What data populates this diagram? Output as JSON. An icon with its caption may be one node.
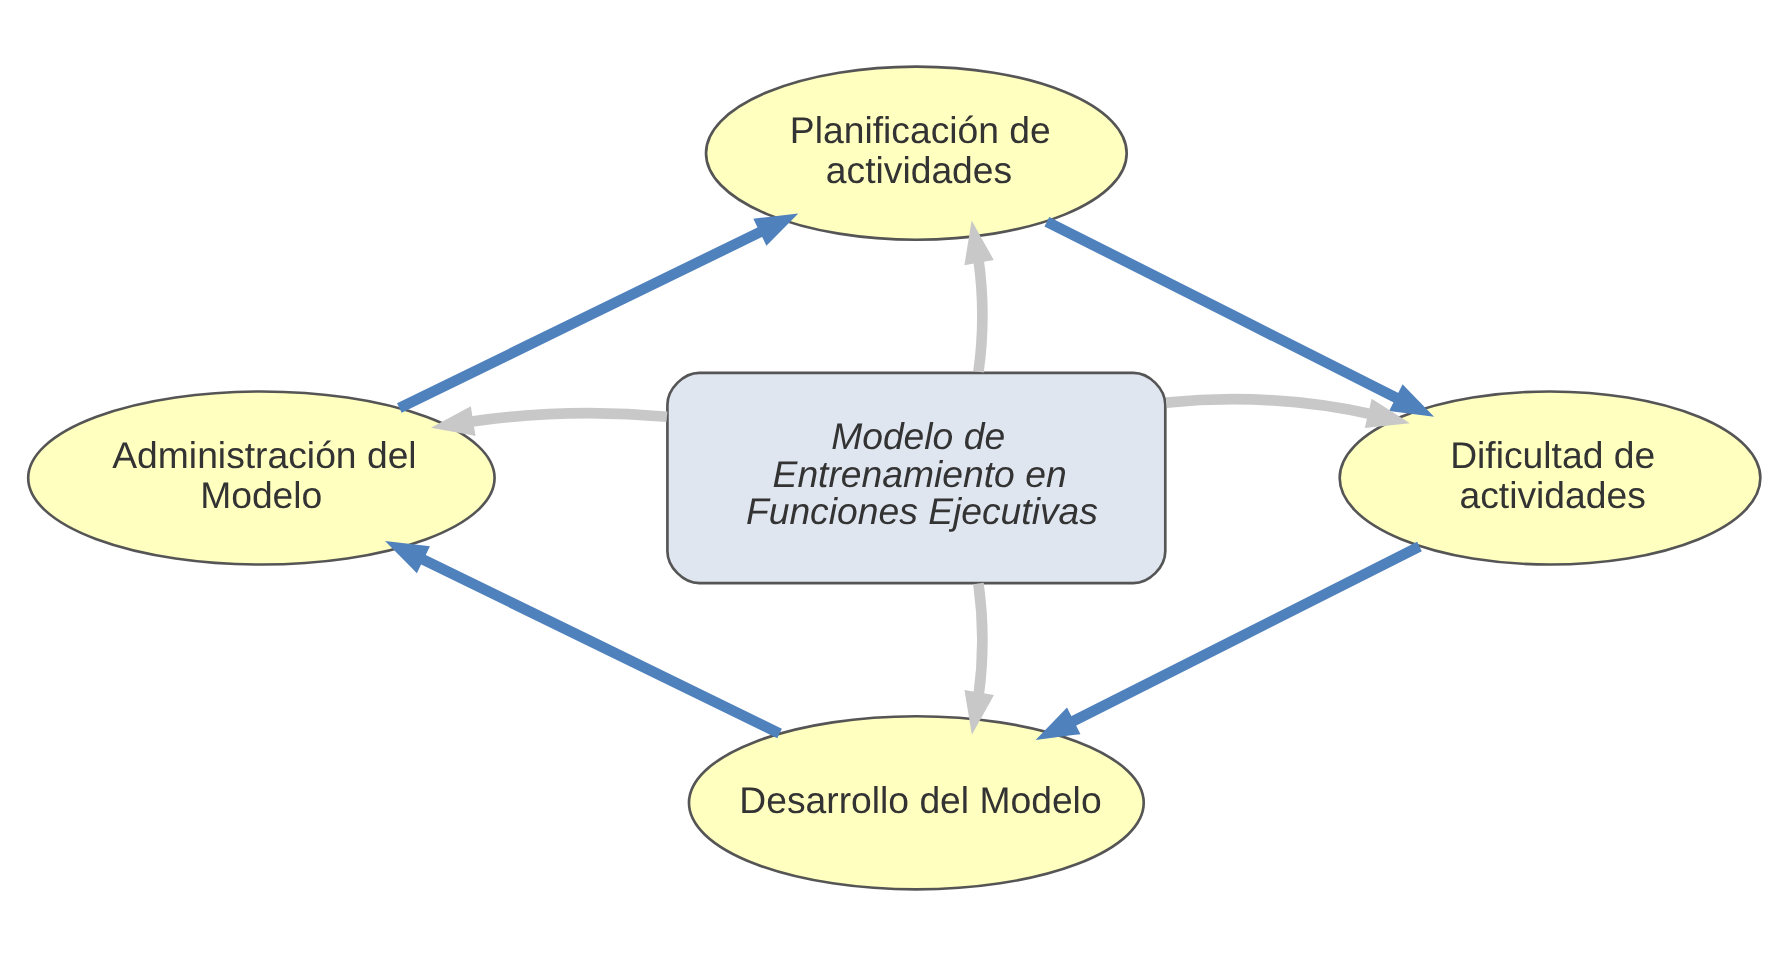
{
  "diagram": {
    "nodes": [
      {
        "text": [
          "Planificación de actividades"
        ]
      },
      {
        "text": [
          "Administración del Modelo"
        ]
      },
      {
        "text": [
          "Modelo de Entrenamiento en Funciones Ejecutivas"
        ]
      },
      {
        "text": [
          "Dificultad de actividades"
        ]
      },
      {
        "text": [
          "Desarrollo del Modelo"
        ]
      }
    ],
    "edges": [
      {
        "from": 2,
        "to": 0,
        "arrow": "to",
        "color": "#c8c8c8"
      },
      {
        "from": 2,
        "to": 1,
        "arrow": "to",
        "color": "#c8c8c8"
      },
      {
        "from": 2,
        "to": 3,
        "arrow": "to",
        "color": "#c8c8c8"
      },
      {
        "from": 2,
        "to": 4,
        "arrow": "to",
        "color": "#c8c8c8"
      },
      {
        "from": 1,
        "to": 0,
        "arrow": "to",
        "color": "#4f81bd"
      },
      {
        "from": 0,
        "to": 3,
        "arrow": "to",
        "color": "#4f81bd"
      },
      {
        "from": 3,
        "to": 4,
        "arrow": "to",
        "color": "#4f81bd"
      },
      {
        "from": 4,
        "to": 1,
        "arrow": "to",
        "color": "#4f81bd"
      }
    ]
  }
}
